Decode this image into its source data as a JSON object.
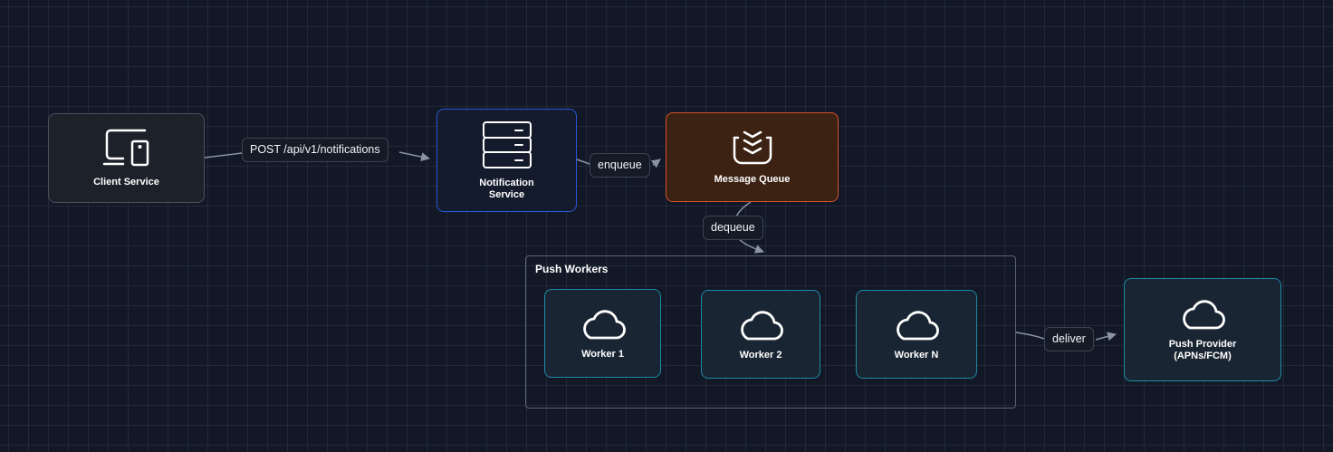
{
  "nodes": {
    "client": {
      "label": "Client Service",
      "icon": "devices-icon"
    },
    "notification": {
      "label": "Notification\nService",
      "icon": "server-icon"
    },
    "queue": {
      "label": "Message Queue",
      "icon": "queue-icon"
    },
    "provider": {
      "label": "Push Provider\n(APNs/FCM)",
      "icon": "cloud-icon"
    }
  },
  "group": {
    "title": "Push Workers",
    "workers": [
      {
        "label": "Worker 1",
        "icon": "cloud-icon"
      },
      {
        "label": "Worker 2",
        "icon": "cloud-icon"
      },
      {
        "label": "Worker N",
        "icon": "cloud-icon"
      }
    ]
  },
  "edges": [
    {
      "from": "Client Service",
      "to": "Notification Service",
      "label": "POST /api/v1/notifications"
    },
    {
      "from": "Notification Service",
      "to": "Message Queue",
      "label": "enqueue"
    },
    {
      "from": "Message Queue",
      "to": "Push Workers",
      "label": "dequeue"
    },
    {
      "from": "Push Workers",
      "to": "Push Provider (APNs/FCM)",
      "label": "deliver"
    }
  ],
  "colors": {
    "background": "#121826",
    "notification_border": "#2a55d6",
    "queue_border": "#d4502a",
    "queue_fill": "#3c2212",
    "worker_border": "#1d8aa6",
    "edge": "#8a94a6"
  }
}
